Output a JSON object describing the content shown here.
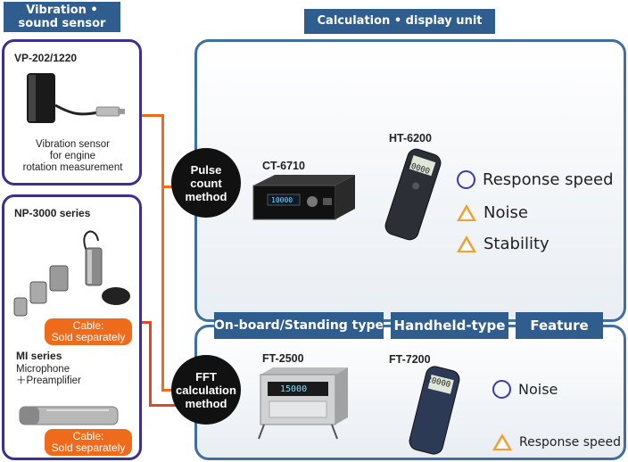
{
  "headers": {
    "left": "Vibration •\nsound sensor",
    "calc": "Calculation • display unit",
    "onboard": "On-board/Standing type",
    "handheld": "Handheld-type",
    "feature": "Feature"
  },
  "sensors": {
    "vp": {
      "model": "VP-202/1220",
      "desc": "Vibration sensor\nfor engine\nrotation measurement"
    },
    "np": {
      "model": "NP-3000 series",
      "cable": "Cable:\nSold separately"
    },
    "mi": {
      "model": "MI series",
      "desc": "Microphone\n＋Preamplifier",
      "cable": "Cable:\nSold separately"
    }
  },
  "methods": {
    "pulse": "Pulse\ncount\nmethod",
    "fft": "FFT\ncalculation\nmethod"
  },
  "devices": {
    "ct6710": {
      "model": "CT-6710",
      "display": "10000"
    },
    "ht6200": {
      "model": "HT-6200",
      "display": "20000"
    },
    "ft2500": {
      "model": "FT-2500",
      "display": "15000"
    },
    "ft7200": {
      "model": "FT-7200",
      "display": "20000"
    }
  },
  "features_pulse": [
    {
      "icon": "circle",
      "label": "Response speed"
    },
    {
      "icon": "triangle",
      "label": "Noise"
    },
    {
      "icon": "triangle",
      "label": "Stability"
    }
  ],
  "features_fft": [
    {
      "icon": "circle",
      "label": "Noise"
    },
    {
      "icon": "triangle",
      "label": "Response speed"
    }
  ],
  "colors": {
    "accent": "#ef6b1c",
    "header": "#2e5d8e",
    "sensor_border": "#3b2f8f",
    "unit_border": "#3f6f9f"
  }
}
